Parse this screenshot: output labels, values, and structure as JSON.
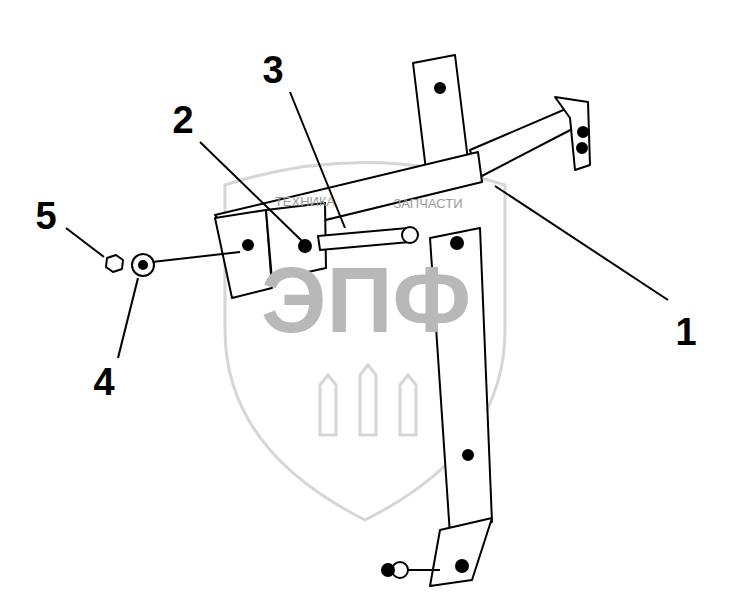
{
  "diagram": {
    "labels": [
      "ТЕХНИКА",
      "ЗАПЧАСТИ",
      "ЭПФ",
      "1",
      "2",
      "3",
      "4",
      "5"
    ]
  }
}
